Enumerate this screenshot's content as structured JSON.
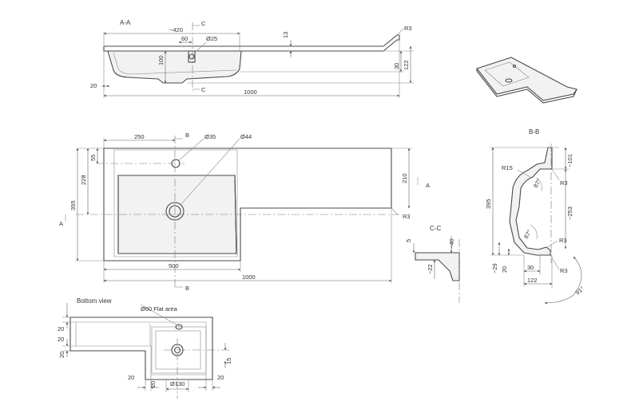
{
  "views": {
    "aa": {
      "title": "A-A",
      "c_top": "C",
      "c_bottom": "C",
      "d420": "~420",
      "d60": "60",
      "d25": "Ø25",
      "d13": "13",
      "r3": "R3",
      "d100": "100",
      "d30": "30",
      "d122": "122",
      "d20": "20",
      "d1000": "1000"
    },
    "plan": {
      "d250": "250",
      "b_top": "B",
      "d35": "Ø35",
      "d44": "Ø44",
      "d55": "55",
      "d228": "228",
      "d395": "395",
      "a_left": "A",
      "d210": "210",
      "a_right": "A",
      "r3": "R3",
      "d500": "500",
      "d1000": "1000",
      "b_bottom": "B"
    },
    "cc": {
      "title": "C-C",
      "d5": "5",
      "d40": "~40",
      "d22": "~22"
    },
    "bb": {
      "title": "B-B",
      "d101": "~101",
      "r15": "R15",
      "a87a": "87°",
      "r3a": "R3",
      "d395": "395",
      "d253": "~253",
      "a87b": "87°",
      "r3b": "R3",
      "d29": "~29",
      "d20": "20",
      "d30": "30",
      "r3c": "R3",
      "d122": "122",
      "a91": "91°"
    },
    "bottom": {
      "title": "Bottom view",
      "flat": "Ø60 Flat area",
      "d20a": "20",
      "d20b": "20",
      "d20c": "20",
      "d15": "15",
      "d20d": "20",
      "d20e": "20",
      "d130": "Ø130",
      "d20f": "20"
    }
  }
}
